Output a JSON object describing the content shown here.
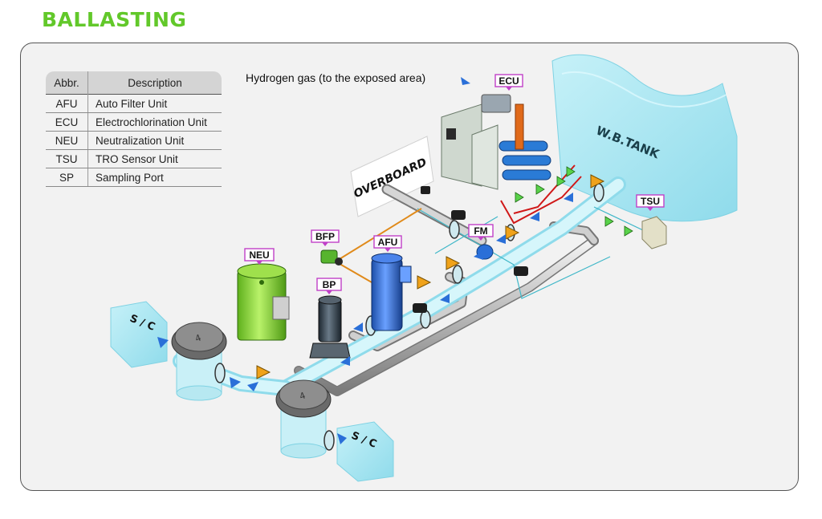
{
  "page": {
    "title": "BALLASTING"
  },
  "legend": {
    "headers": [
      "Abbr.",
      "Description"
    ],
    "rows": [
      {
        "abbr": "AFU",
        "desc": "Auto Filter Unit"
      },
      {
        "abbr": "ECU",
        "desc": "Electrochlorination Unit"
      },
      {
        "abbr": "NEU",
        "desc": "Neutralization Unit"
      },
      {
        "abbr": "TSU",
        "desc": "TRO Sensor Unit"
      },
      {
        "abbr": "SP",
        "desc": "Sampling Port"
      }
    ]
  },
  "diagram": {
    "hydrogen_label": "Hydrogen gas (to the exposed area)",
    "overboard_label": "OVERBOARD",
    "tank_label": "W.B.TANK",
    "sea_chest_label": "S / C",
    "tags": {
      "ecu": "ECU",
      "tsu": "TSU",
      "fm": "FM",
      "afu": "AFU",
      "bfp": "BFP",
      "bp": "BP",
      "neu": "NEU"
    }
  },
  "colors": {
    "title_green": "#62c82a",
    "tag_border": "#c040c8",
    "flow_blue": "#2a6fd8",
    "pipe_water": "#c8f0f8",
    "tank_water": "#a9e6f2"
  }
}
